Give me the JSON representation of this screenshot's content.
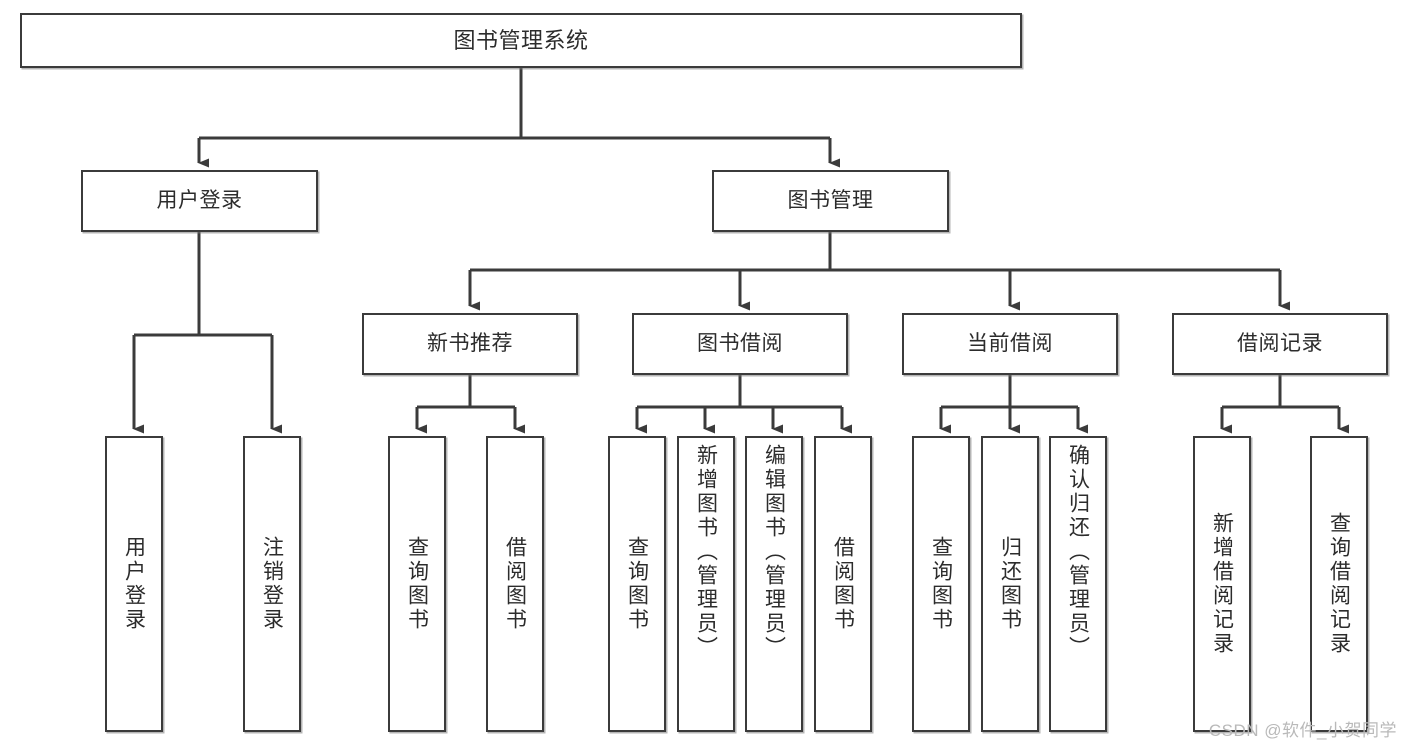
{
  "diagram": {
    "title": "图书管理系统",
    "type": "tree",
    "theme": {
      "background": "#ffffff",
      "node_border": "#3b3b3b",
      "node_fill": "#ffffff",
      "connector": "#3b3b3b",
      "text": "#2c2c2c",
      "watermark": "#b9b9b9"
    }
  },
  "root": {
    "label": "图书管理系统"
  },
  "level2": [
    {
      "label": "用户登录"
    },
    {
      "label": "图书管理"
    }
  ],
  "level3": [
    {
      "label": "新书推荐"
    },
    {
      "label": "图书借阅"
    },
    {
      "label": "当前借阅"
    },
    {
      "label": "借阅记录"
    }
  ],
  "leaves": {
    "user_login": [
      {
        "label": "用户登录"
      },
      {
        "label": "注销登录"
      }
    ],
    "new_book": [
      {
        "label": "查询图书"
      },
      {
        "label": "借阅图书"
      }
    ],
    "book_borrow": [
      {
        "label": "查询图书"
      },
      {
        "label": "新增图书（管理员）"
      },
      {
        "label": "编辑图书（管理员）"
      },
      {
        "label": "借阅图书"
      }
    ],
    "current_borrow": [
      {
        "label": "查询图书"
      },
      {
        "label": "归还图书"
      },
      {
        "label": "确认归还（管理员）"
      }
    ],
    "borrow_record": [
      {
        "label": "新增借阅记录"
      },
      {
        "label": "查询借阅记录"
      }
    ]
  },
  "watermark": {
    "text": "CSDN @软件_小贺同学"
  }
}
